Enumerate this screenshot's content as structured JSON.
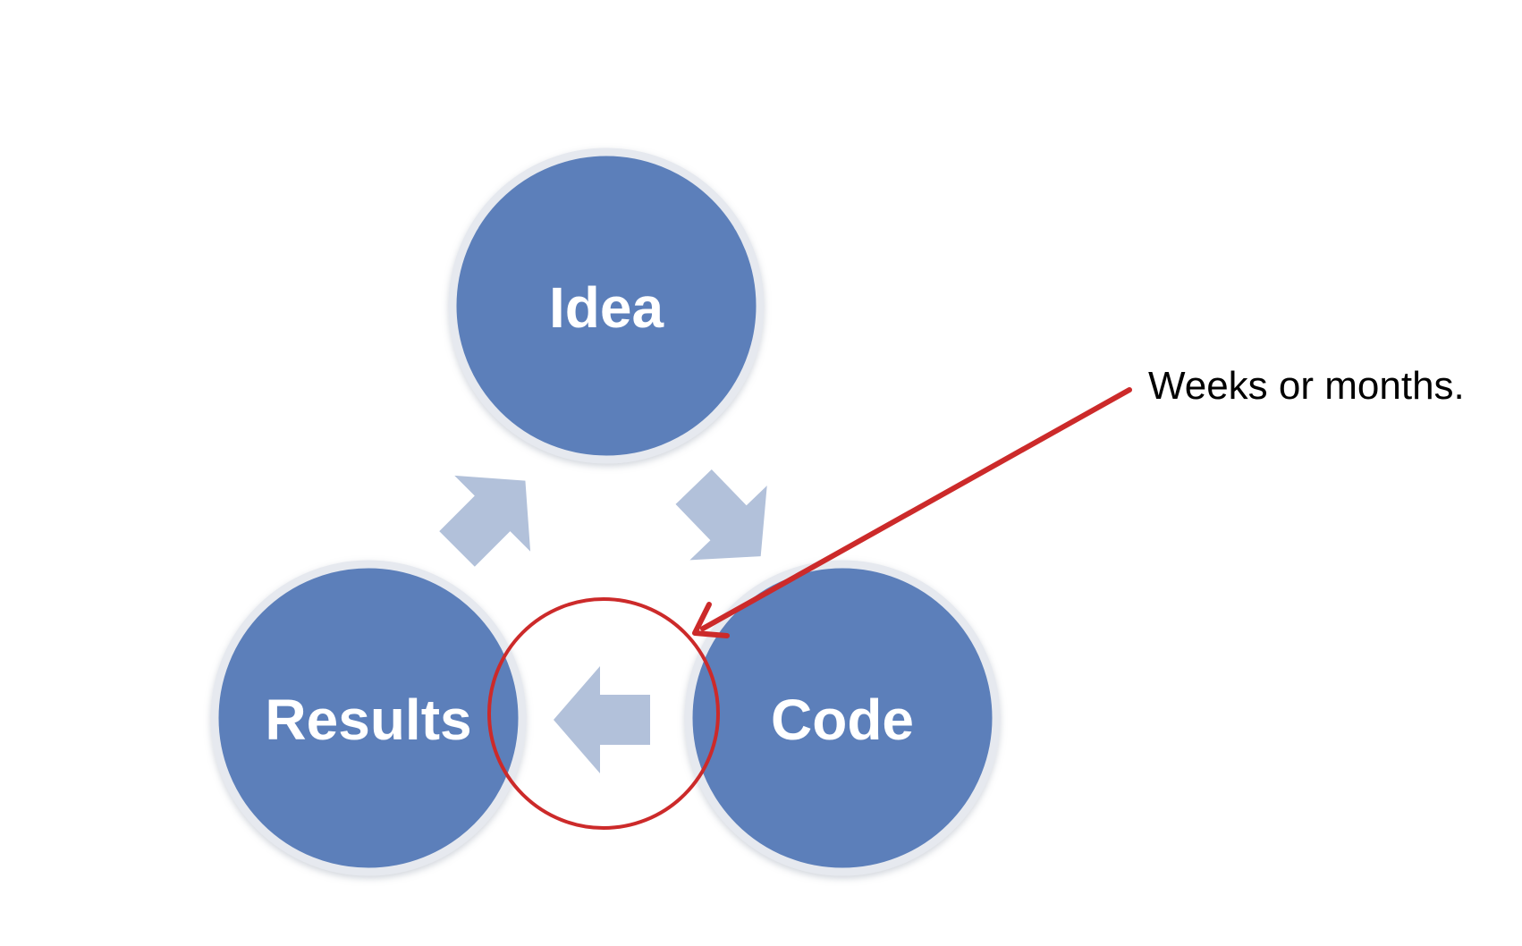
{
  "diagram": {
    "nodes": [
      {
        "id": "idea",
        "label": "Idea"
      },
      {
        "id": "code",
        "label": "Code"
      },
      {
        "id": "results",
        "label": "Results"
      }
    ],
    "annotation": {
      "text": "Weeks or months."
    },
    "colors": {
      "node_fill": "#5b7fba",
      "node_stroke": "#e4e8ef",
      "arrow_fill": "#b2c1da",
      "highlight": "#cc2a2a"
    }
  }
}
